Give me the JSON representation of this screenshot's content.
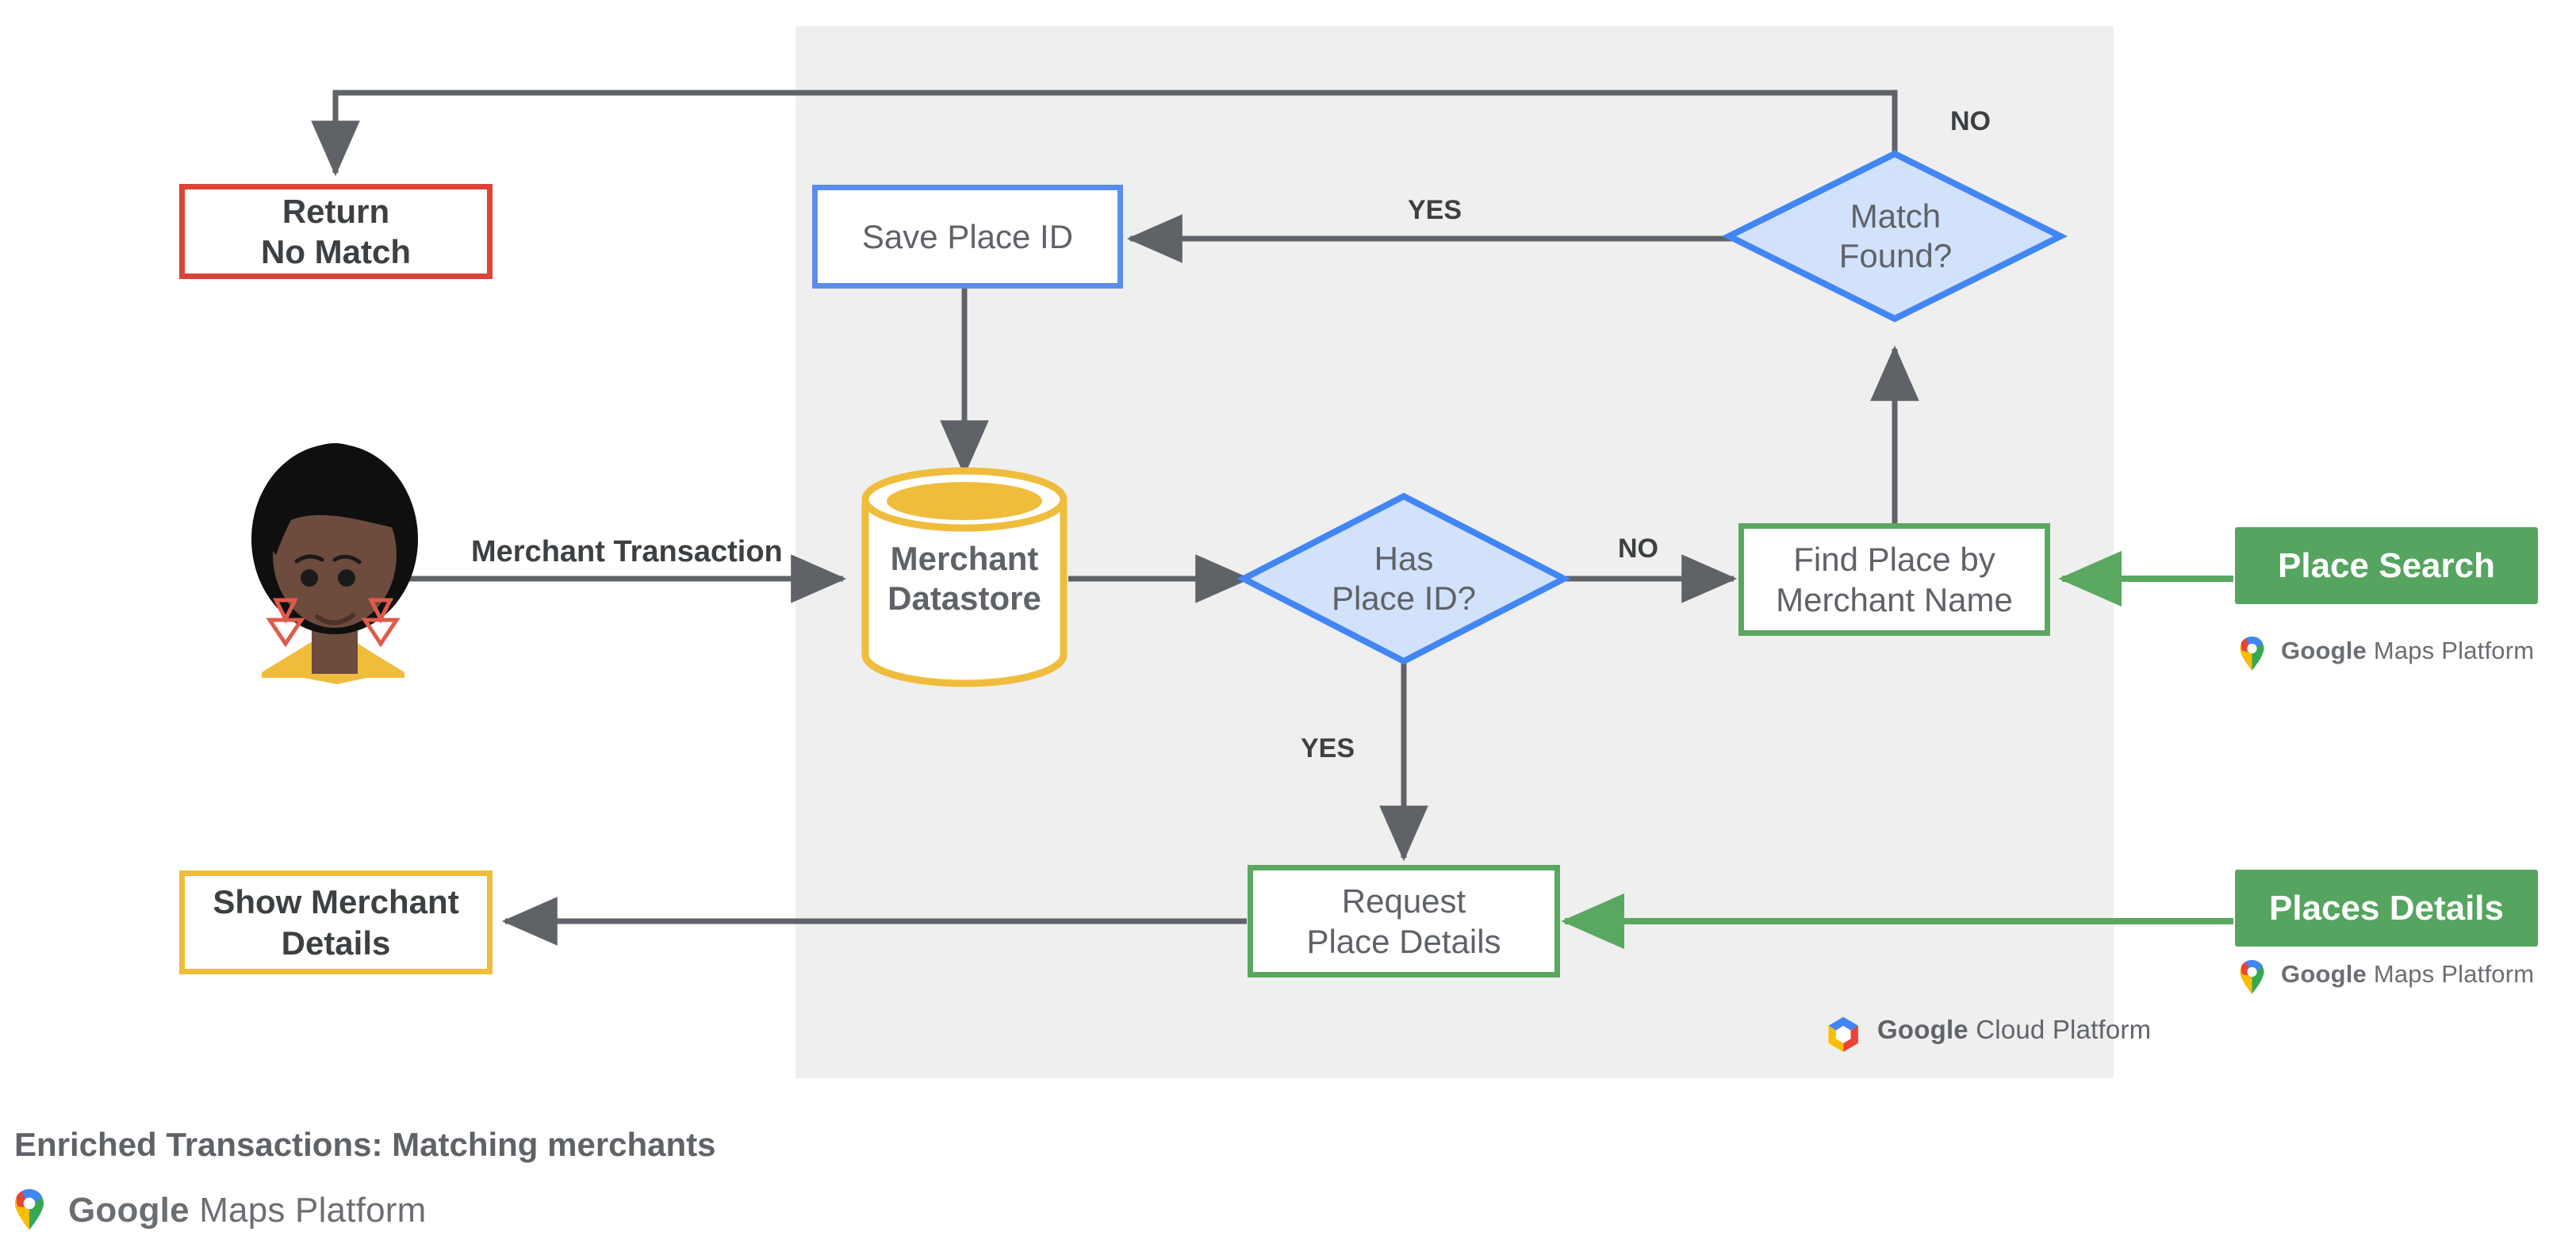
{
  "diagram": {
    "caption": "Enriched Transactions: Matching merchants",
    "panel": {
      "label": "google-cloud-platform-region"
    },
    "colors": {
      "panel_bg": "#EFEFEF",
      "red": "#DB4437",
      "blue": "#5B8DEF",
      "blue_fill": "#D3E2FB",
      "green": "#5AA75F",
      "green_solid": "#55A45F",
      "amber": "#EFBC3C",
      "arrow_gray": "#5f6368"
    },
    "nodes": {
      "return_no_match": "Return\nNo Match",
      "save_place_id": "Save Place ID",
      "match_found": "Match\nFound?",
      "merchant_datastore": "Merchant\nDatastore",
      "has_place_id": "Has\nPlace ID?",
      "find_place_by_merchant_name": "Find Place by\nMerchant Name",
      "place_search": "Place Search",
      "request_place_details": "Request\nPlace Details",
      "places_details": "Places Details",
      "show_merchant_details": "Show Merchant\nDetails"
    },
    "edge_labels": {
      "merchant_transaction": "Merchant Transaction",
      "match_found_no": "NO",
      "match_found_yes": "YES",
      "has_place_id_no": "NO",
      "has_place_id_yes": "YES"
    },
    "logos": {
      "google": "Google",
      "maps_platform": "Maps Platform",
      "cloud_platform": "Cloud Platform"
    }
  }
}
